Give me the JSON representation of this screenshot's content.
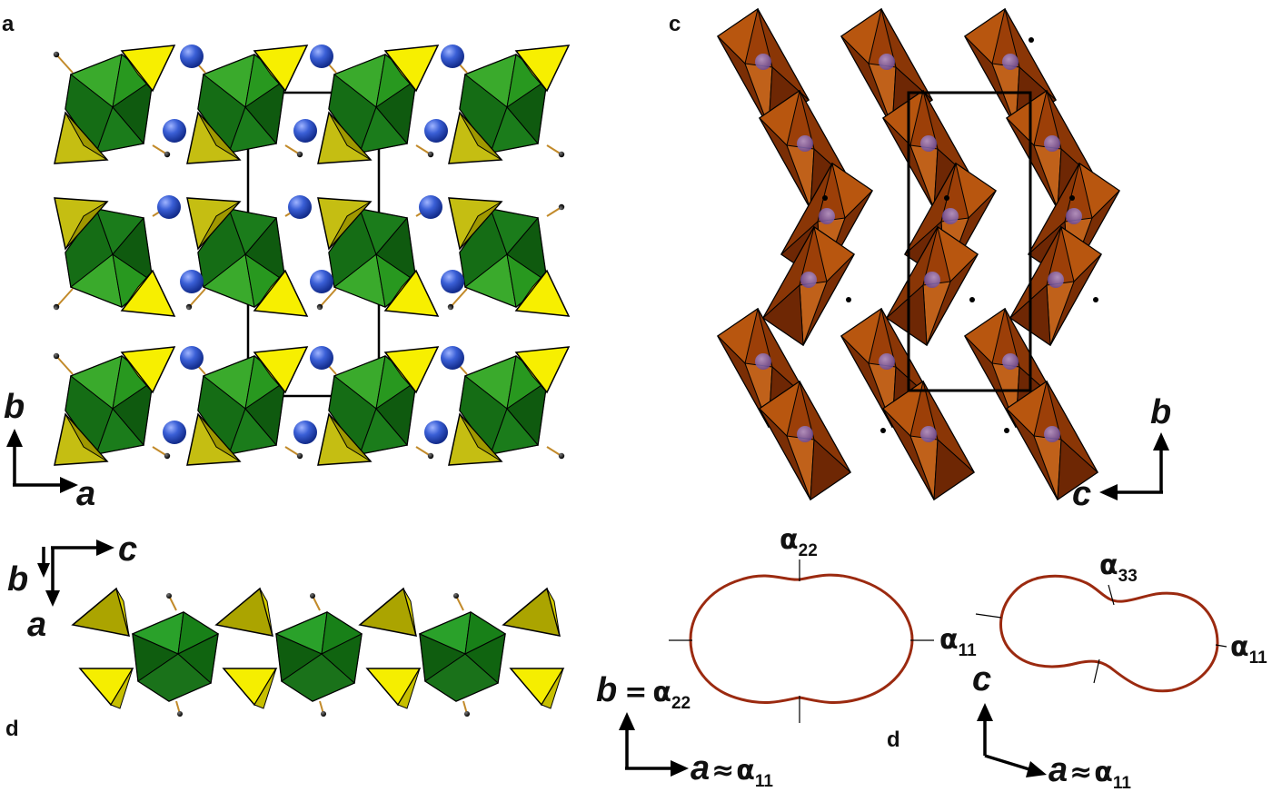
{
  "panels": {
    "a": {
      "label": "a",
      "axes": {
        "vertical": "b",
        "horizontal": "a"
      }
    },
    "c": {
      "label": "c",
      "axes": {
        "vertical": "b",
        "horizontal": "c"
      }
    },
    "chain": {
      "label": "d",
      "axes": {
        "right": "c",
        "down_b": "b",
        "down_a": "a"
      }
    },
    "expansion": {
      "label": "d",
      "left": {
        "top_label": "α",
        "top_sub": "22",
        "right_label": "α",
        "right_sub": "11",
        "axis_vertical": "b",
        "axis_vertical_eq": "=",
        "axis_vertical_sym": "α",
        "axis_vertical_sub": "22",
        "axis_horizontal": "a",
        "axis_horizontal_eq": "≈",
        "axis_horizontal_sym": "α",
        "axis_horizontal_sub": "11"
      },
      "right": {
        "top_label": "α",
        "top_sub": "33",
        "right_label": "α",
        "right_sub": "11",
        "axis_vertical": "c",
        "axis_horizontal": "a",
        "axis_horizontal_eq": "≈",
        "axis_horizontal_sym": "α",
        "axis_horizontal_sub": "11"
      }
    }
  },
  "colors": {
    "octahedron_green": "#1f8a1f",
    "tetra_yellow": "#f2ea00",
    "tetra_olive": "#a8a000",
    "cation_blue": "#3a5fd6",
    "octahedron_brown": "#a8480d",
    "expansion_curve": "#9b2a10"
  }
}
